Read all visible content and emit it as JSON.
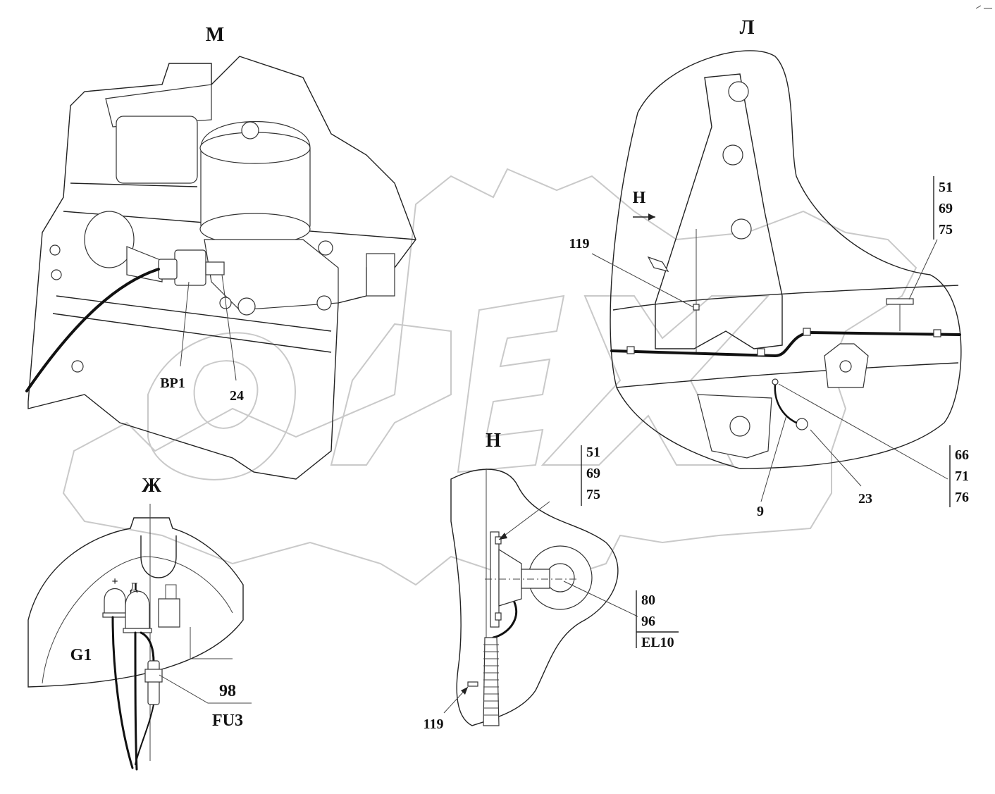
{
  "views": {
    "m": "М",
    "l": "Л",
    "n": "Н",
    "zh": "Ж"
  },
  "callouts": {
    "bp1": "BP1",
    "c24": "24",
    "c119_top": "119",
    "view_n_arrow": "Н",
    "c9": "9",
    "c23": "23",
    "c119_bottom": "119",
    "g1": "G1",
    "plus": "+",
    "d": "Д"
  },
  "refs": {
    "group_51_top": [
      "51",
      "69",
      "75"
    ],
    "group_66": [
      "66",
      "71",
      "76"
    ],
    "group_51_mid": [
      "51",
      "69",
      "75"
    ],
    "group_80": [
      "80",
      "96",
      "EL10"
    ],
    "group_98": [
      "98",
      "FU3"
    ]
  },
  "watermark": {
    "text": "OPEX",
    "color": "#c9c9c9"
  }
}
